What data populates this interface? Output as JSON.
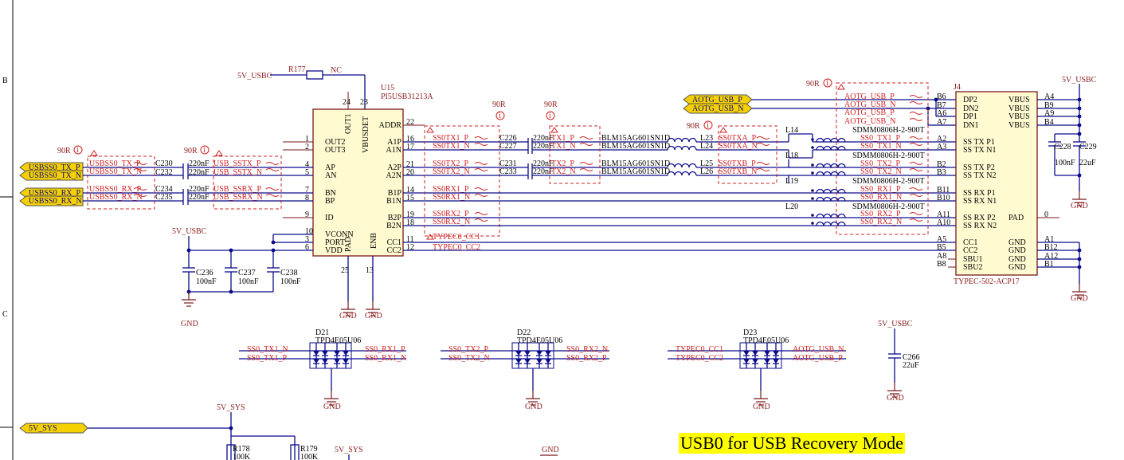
{
  "title": "USB0 for USB Recovery Mode",
  "border": {
    "row_b": "B",
    "row_c": "C"
  },
  "nets": {
    "v5_usbc": "5V_USBC",
    "v5_sys": "5V_SYS",
    "gnd": "GND",
    "nc": "NC",
    "typec_cc1": "TYPEC0_CC1",
    "typec_cc2": "TYPEC0_CC2",
    "aotg_p": "AOTG_USB_P",
    "aotg_n": "AOTG_USB_N",
    "usbss0_tx_p": "USBSS0_TX_P",
    "usbss0_tx_n": "USBSS0_TX_N",
    "usbss0_rx_p": "USBSS0_RX_P",
    "usbss0_rx_n": "USBSS0_RX_N",
    "usb_sstx_p": "USB_SSTX_P",
    "usb_sstx_n": "USB_SSTX_N",
    "usb_ssrx_p": "USB_SSRX_P",
    "usb_ssrx_n": "USB_SSRX_N",
    "ss0tx1_p": "SS0TX1_P",
    "ss0tx1_n": "SS0TX1_N",
    "ss0tx2_p": "SS0TX2_P",
    "ss0tx2_n": "SS0TX2_N",
    "ss0rx1_p": "SS0RX1_P",
    "ss0rx1_n": "SS0RX1_N",
    "ss0rx2_p": "SS0RX2_P",
    "ss0rx2_n": "SS0RX2_N",
    "tx1_p": "TX1_P",
    "tx1_n": "TX1_N",
    "tx2_p": "TX2_P",
    "tx2_n": "TX2_N",
    "ss0txa_p": "SS0TXA_P",
    "ss0txa_n": "SS0TXA_N",
    "ss0txb_p": "SS0TXB_P",
    "ss0txb_n": "SS0TXB_N",
    "ss0_tx1_p": "SS0_TX1_P",
    "ss0_tx1_n": "SS0_TX1_N",
    "ss0_tx2_p": "SS0_TX2_P",
    "ss0_tx2_n": "SS0_TX2_N",
    "ss0_rx1_p": "SS0_RX1_P",
    "ss0_rx1_n": "SS0_RX1_N",
    "ss0_rx2_p": "SS0_RX2_P",
    "ss0_rx2_n": "SS0_RX2_N"
  },
  "impedance": "90R",
  "u15": {
    "ref": "U15",
    "part": "PI5USB31213A",
    "pins_left": [
      {
        "num": "1",
        "name": "OUT2"
      },
      {
        "num": "2",
        "name": "OUT3"
      },
      {
        "num": "4",
        "name": "AP"
      },
      {
        "num": "5",
        "name": "AN"
      },
      {
        "num": "7",
        "name": "BN"
      },
      {
        "num": "8",
        "name": "BP"
      },
      {
        "num": "9",
        "name": "ID"
      },
      {
        "num": "10",
        "name": "VCONN"
      },
      {
        "num": "3",
        "name": "PORT"
      },
      {
        "num": "6",
        "name": "VDD"
      }
    ],
    "pins_right": [
      {
        "num": "22",
        "name": "ADDR"
      },
      {
        "num": "16",
        "name": "A1P"
      },
      {
        "num": "17",
        "name": "A1N"
      },
      {
        "num": "21",
        "name": "A2P"
      },
      {
        "num": "20",
        "name": "A2N"
      },
      {
        "num": "14",
        "name": "B1P"
      },
      {
        "num": "15",
        "name": "B1N"
      },
      {
        "num": "19",
        "name": "B2P"
      },
      {
        "num": "18",
        "name": "B2N"
      },
      {
        "num": "11",
        "name": "CC1"
      },
      {
        "num": "12",
        "name": "CC2"
      }
    ],
    "top_pins": [
      {
        "num": "24",
        "name": "OUT1"
      },
      {
        "num": "23",
        "name": "VBUSDET"
      }
    ],
    "bottom_pins": [
      {
        "num": "25",
        "name": "PAD"
      },
      {
        "num": "13",
        "name": "ENB"
      }
    ]
  },
  "r177": {
    "ref": "R177"
  },
  "caps_left": [
    {
      "ref": "C230",
      "value": "220nF"
    },
    {
      "ref": "C232",
      "value": "220nF"
    },
    {
      "ref": "C234",
      "value": "220nF"
    },
    {
      "ref": "C235",
      "value": "220nF"
    }
  ],
  "caps_mid": [
    {
      "ref": "C226",
      "value": "220nF"
    },
    {
      "ref": "C227",
      "value": "220nF"
    },
    {
      "ref": "C231",
      "value": "220nF"
    },
    {
      "ref": "C233",
      "value": "220nF"
    }
  ],
  "decoupling": [
    {
      "ref": "C236",
      "value": "100nF"
    },
    {
      "ref": "C237",
      "value": "100nF"
    },
    {
      "ref": "C238",
      "value": "100nF"
    }
  ],
  "ferrites": [
    {
      "part": "BLM15AG601SN1D",
      "ref": "L23"
    },
    {
      "part": "BLM15AG601SN1D",
      "ref": "L24"
    },
    {
      "part": "BLM15AG601SN1D",
      "ref": "L25"
    },
    {
      "part": "BLM15AG601SN1D",
      "ref": "L26"
    }
  ],
  "chokes": [
    {
      "ref": "L14",
      "part": "SDMM0806H-2-900T"
    },
    {
      "ref": "L18",
      "part": "SDMM0806H-2-900T"
    },
    {
      "ref": "L19",
      "part": "SDMM0806H-2-900T"
    },
    {
      "ref": "L20",
      "part": "SDMM0806H-2-900T"
    }
  ],
  "j4": {
    "ref": "J4",
    "part": "TYPEC-502-ACP17",
    "left_pins": [
      {
        "num": "B6",
        "name": "DP2"
      },
      {
        "num": "B7",
        "name": "DN2"
      },
      {
        "num": "A6",
        "name": "DP1"
      },
      {
        "num": "A7",
        "name": "DN1"
      },
      {
        "num": "A2",
        "name": "SS TX P1"
      },
      {
        "num": "A3",
        "name": "SS TX N1"
      },
      {
        "num": "B2",
        "name": "SS TX P2"
      },
      {
        "num": "B3",
        "name": "SS TX N2"
      },
      {
        "num": "B11",
        "name": "SS RX P1"
      },
      {
        "num": "B10",
        "name": "SS RX N1"
      },
      {
        "num": "A11",
        "name": "SS RX P2"
      },
      {
        "num": "A10",
        "name": "SS RX N2"
      },
      {
        "num": "A5",
        "name": "CC1"
      },
      {
        "num": "B5",
        "name": "CC2"
      },
      {
        "num": "A8",
        "name": "SBU1"
      },
      {
        "num": "B8",
        "name": "SBU2"
      }
    ],
    "right_pins": [
      {
        "num": "A4",
        "name": "VBUS"
      },
      {
        "num": "B9",
        "name": "VBUS"
      },
      {
        "num": "A9",
        "name": "VBUS"
      },
      {
        "num": "B4",
        "name": "VBUS"
      },
      {
        "num": "0",
        "name": "PAD"
      },
      {
        "num": "A1",
        "name": "GND"
      },
      {
        "num": "B12",
        "name": "GND"
      },
      {
        "num": "A12",
        "name": "GND"
      },
      {
        "num": "B1",
        "name": "GND"
      }
    ]
  },
  "c228": {
    "ref": "C228",
    "value": "100nF"
  },
  "c229": {
    "ref": "C229",
    "value": "22uF"
  },
  "c266": {
    "ref": "C266",
    "value": "22uF"
  },
  "tvs": [
    {
      "ref": "D21",
      "part": "TPD4E05U06",
      "l1": "SS0_TX1_N",
      "l2": "SS0_TX1_P",
      "r1": "SS0_RX1_P",
      "r2": "SS0_RX1_N"
    },
    {
      "ref": "D22",
      "part": "TPD4E05U06",
      "l1": "SS0_TX2_P",
      "l2": "SS0_TX2_N",
      "r1": "SS0_RX2_N",
      "r2": "SS0_RX2_P"
    },
    {
      "ref": "D23",
      "part": "TPD4E05U06",
      "l1": "TYPEC0_CC1",
      "l2": "TYPEC0_CC2",
      "r1": "AOTG_USB_N",
      "r2": "AOTG_USB_P"
    }
  ],
  "bottom": {
    "r178": {
      "ref": "R178",
      "value": "100K"
    },
    "r179": {
      "ref": "R179",
      "value": "100K"
    }
  }
}
